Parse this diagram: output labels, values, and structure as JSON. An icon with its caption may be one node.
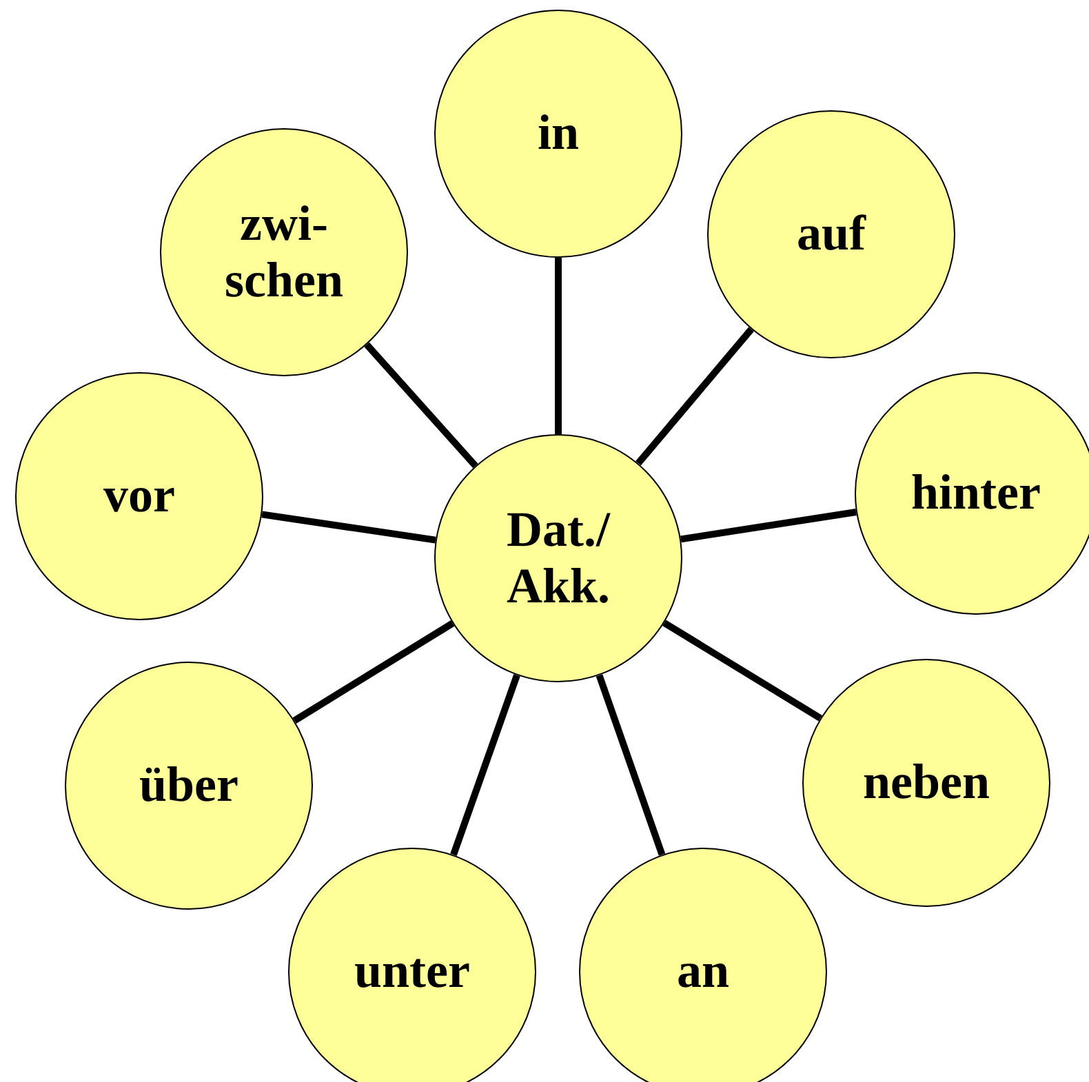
{
  "diagram": {
    "nodes": [
      {
        "text": [
          "Dat./ Akk."
        ]
      },
      {
        "text": [
          "in"
        ]
      },
      {
        "text": [
          "auf"
        ]
      },
      {
        "text": [
          "hinter"
        ]
      },
      {
        "text": [
          "neben"
        ]
      },
      {
        "text": [
          "an"
        ]
      },
      {
        "text": [
          "unter"
        ]
      },
      {
        "text": [
          "über"
        ]
      },
      {
        "text": [
          "vor"
        ]
      },
      {
        "text": [
          "zwi- schen"
        ]
      }
    ],
    "edges": [
      {
        "from": 0,
        "to": 1,
        "arrow": "none"
      },
      {
        "from": 0,
        "to": 2,
        "arrow": "none"
      },
      {
        "from": 0,
        "to": 3,
        "arrow": "none"
      },
      {
        "from": 0,
        "to": 4,
        "arrow": "none"
      },
      {
        "from": 0,
        "to": 5,
        "arrow": "none"
      },
      {
        "from": 0,
        "to": 6,
        "arrow": "none"
      },
      {
        "from": 0,
        "to": 7,
        "arrow": "none"
      },
      {
        "from": 0,
        "to": 8,
        "arrow": "none"
      },
      {
        "from": 0,
        "to": 9,
        "arrow": "none"
      }
    ]
  }
}
